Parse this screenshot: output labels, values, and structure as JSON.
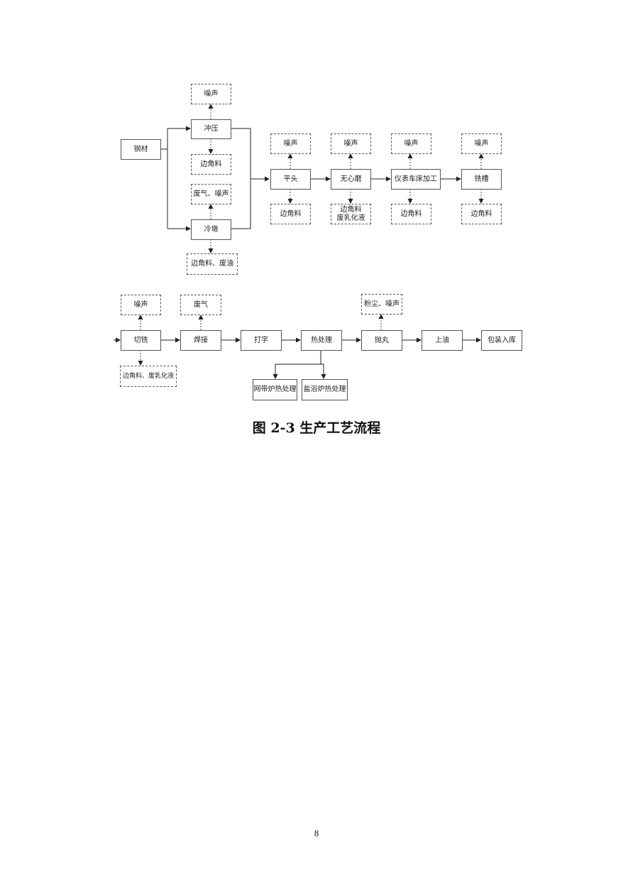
{
  "diagram": {
    "top": {
      "steel": "钢材",
      "stamping": "冲压",
      "stamping_noise": "噪声",
      "stamping_scrap": "边角料",
      "cold_heading": "冷墩",
      "cold_heading_emission": "废气、噪声",
      "cold_heading_waste": "边角料、废油",
      "flat_head": "平头",
      "flat_head_noise": "噪声",
      "flat_head_scrap": "边角料",
      "centerless": "无心磨",
      "centerless_noise": "噪声",
      "centerless_waste": "边角料\n废乳化液",
      "lathe": "仪表车床加工",
      "lathe_noise": "噪声",
      "lathe_scrap": "边角料",
      "milling": "铣槽",
      "milling_noise": "噪声",
      "milling_scrap": "边角料"
    },
    "bottom": {
      "cut_mill": "切铣",
      "cut_mill_noise": "噪声",
      "cut_mill_waste": "边角料、废乳化液",
      "welding": "焊接",
      "welding_emission": "废气",
      "marking": "打字",
      "heat_treatment": "热处理",
      "mesh_belt": "网带炉热处理",
      "salt_bath": "盐浴炉热处理",
      "shot_blast": "抛丸",
      "shot_blast_emission": "粉尘、噪声",
      "oiling": "上油",
      "packing": "包装入库"
    }
  },
  "caption": "图 2-3 生产工艺流程",
  "page_number": "8"
}
